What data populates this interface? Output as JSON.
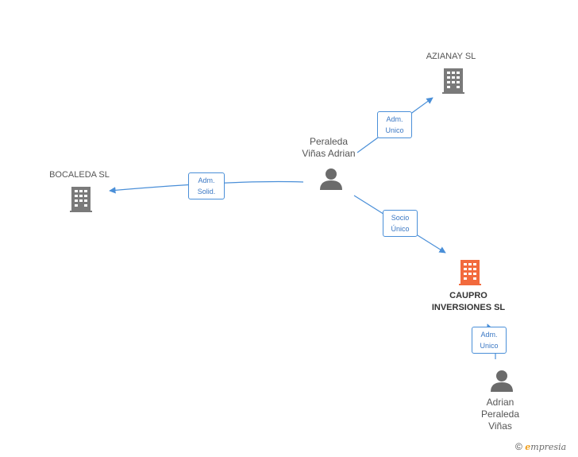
{
  "colors": {
    "edge": "#4a8fd8",
    "building": "#7a7a7a",
    "building_main": "#f26a3d",
    "person": "#6b6b6b"
  },
  "nodes": {
    "azianay": {
      "label": "AZIANAY SL",
      "icon": "building-icon"
    },
    "bocaleda": {
      "label": "BOCALEDA  SL",
      "icon": "building-icon"
    },
    "peraleda": {
      "label": "Peraleda\nViñas Adrian",
      "icon": "person-icon"
    },
    "caupro": {
      "label": "CAUPRO\nINVERSIONES SL",
      "icon": "building-icon"
    },
    "adrian": {
      "label": "Adrian\nPeraleda\nViñas",
      "icon": "person-icon"
    }
  },
  "edges": {
    "to_azianay": "Adm.\nUnico",
    "to_bocaleda": "Adm.\nSolid.",
    "to_caupro": "Socio\nÚnico",
    "adrian_to_caupro": "Adm.\nUnico"
  },
  "footer": {
    "copyright": "©",
    "brand_initial": "e",
    "brand_rest": "mpresia"
  }
}
